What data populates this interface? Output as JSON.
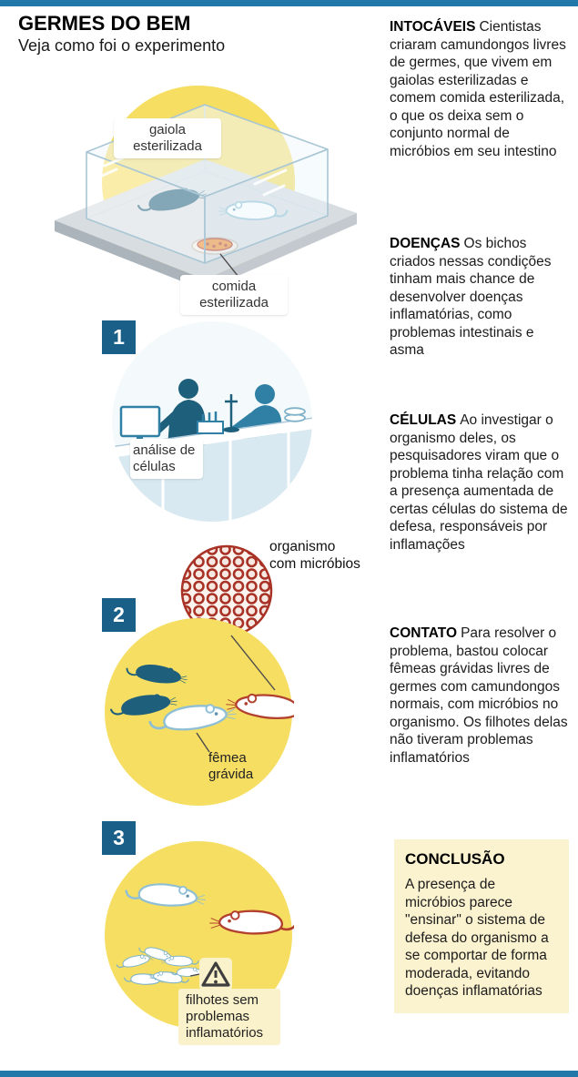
{
  "header": {
    "title": "GERMES DO BEM",
    "subtitle": "Veja como foi o experimento"
  },
  "cage": {
    "cage_label": "gaiola esterilizada",
    "food_label": "comida esterilizada"
  },
  "steps": [
    {
      "number": "1",
      "label": "análise de células"
    },
    {
      "number": "2",
      "label": "fêmea grávida"
    },
    {
      "number": "3",
      "label": "filhotes sem problemas inflamatórios"
    }
  ],
  "microbes_label": "organismo com micróbios",
  "articles": [
    {
      "lead": "INTOCÁVEIS",
      "text": "Cientistas criaram camundongos livres de germes, que vivem em gaiolas esterilizadas e comem comida esterilizada, o que os deixa sem o conjunto normal de micróbios em seu intestino"
    },
    {
      "lead": "DOENÇAS",
      "text": "Os bichos criados nessas condições tinham mais chance de desenvolver doenças inflamatórias, como problemas intestinais e asma"
    },
    {
      "lead": "CÉLULAS",
      "text": "Ao investigar o organismo deles, os pesquisadores viram que o problema tinha relação com a presença aumentada de certas células do sistema de defesa, responsáveis por inflamações"
    },
    {
      "lead": "CONTATO",
      "text": "Para resolver o problema, bastou colocar fêmeas grávidas livres de germes com camundongos normais, com micróbios no organismo. Os filhotes delas não tiveram problemas inflamatórios"
    }
  ],
  "conclusion": {
    "title": "CONCLUSÃO",
    "text": "A presença de micróbios parece \"ensinar\" o sistema de defesa do organismo a se comportar de forma moderada, evitando doenças inflamatórias"
  },
  "icons": {
    "warning": "exclamation-triangle"
  },
  "colors": {
    "accent_blue": "#2279A9",
    "step_square_blue": "#1A5F88",
    "yellow_circle": "#F6DE63",
    "pale_yellow": "#FBF2CF",
    "red_mouse": "#B2402E",
    "dark_mouse": "#1E5F7C",
    "light_blue_mouse": "#8FBFD4"
  }
}
